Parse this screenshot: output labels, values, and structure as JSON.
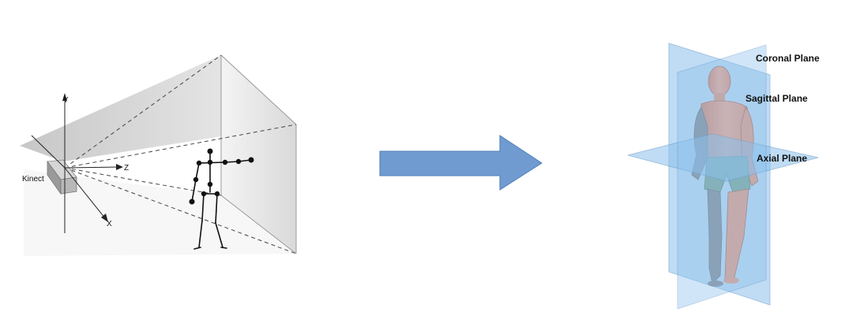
{
  "kinect_scene": {
    "device_label": "Kinect",
    "axis_labels": {
      "y": "Y",
      "z": "Z",
      "x": "X"
    }
  },
  "arrow": {
    "color": "#6f9bd1",
    "stroke": "#4f7fb5"
  },
  "anatomy": {
    "planes": {
      "coronal": "Coronal Plane",
      "sagittal": "Sagittal Plane",
      "axial": "Axial Plane"
    },
    "plane_color": "#7fb5e6",
    "skin_color": "#f0a68c"
  }
}
